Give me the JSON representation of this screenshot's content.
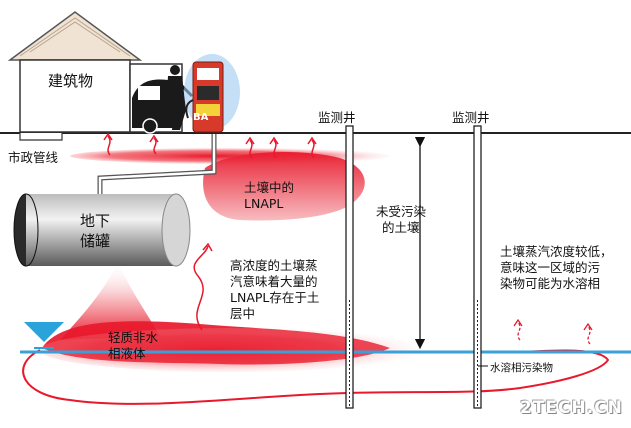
{
  "labels": {
    "building": "建筑物",
    "municipal_pipe": "市政管线",
    "tank": [
      "地下",
      "储罐"
    ],
    "well_left": "监测井",
    "well_right": "监测井",
    "lnapl_in_soil": [
      "土壤中的",
      "LNAPL"
    ],
    "uncontaminated_soil": [
      "未受污染",
      "的土壤"
    ],
    "high_vapor": [
      "高浓度的土壤蒸",
      "汽意味着大量的",
      "LNAPL存在于土",
      "层中"
    ],
    "low_vapor": [
      "土壤蒸汽浓度较低，",
      "意味这一区域的污",
      "染物可能为水溶相"
    ],
    "light_napl": [
      "轻质非水",
      "相液体"
    ],
    "dissolved_plume": "水溶相污染物",
    "pump_sign": "BA"
  },
  "watermark": "2TECH.CN",
  "colors": {
    "contamination": "#e8192c",
    "water_table": "#3aa0d8",
    "ink": "#111111"
  }
}
